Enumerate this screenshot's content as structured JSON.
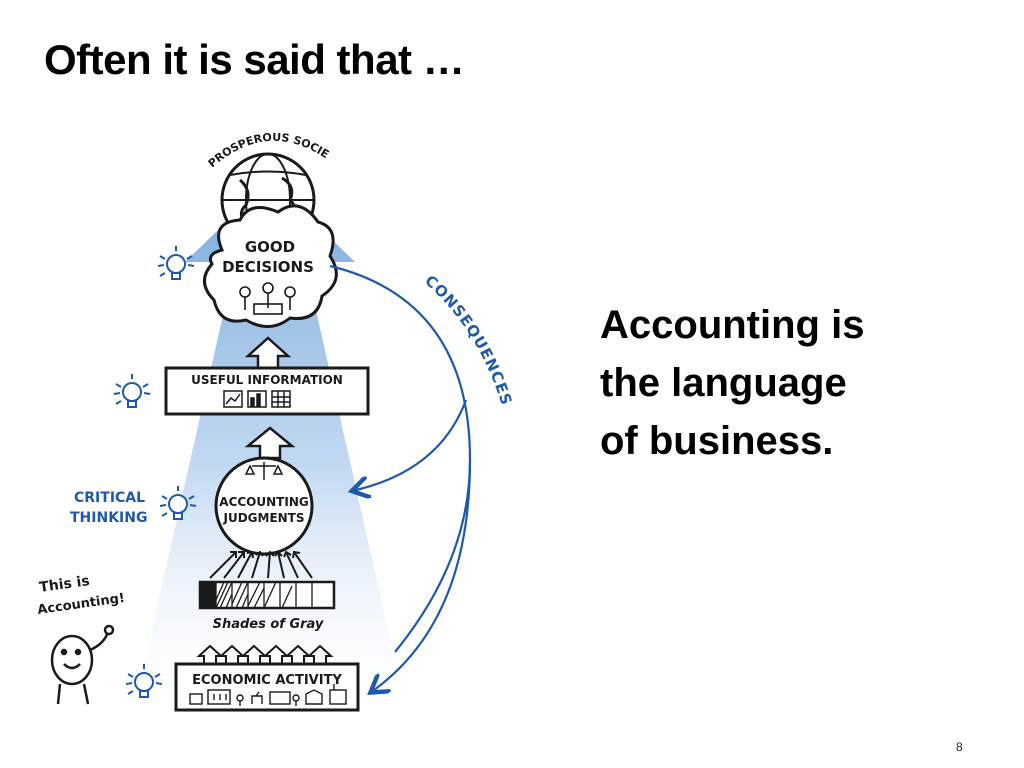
{
  "slide": {
    "title": "Often it is said that …",
    "statement_lines": [
      "Accounting is",
      "the language",
      "of business."
    ],
    "page_number": "8"
  },
  "diagram": {
    "top_label": "PROSPEROUS SOCIETY",
    "decisions_line1": "GOOD",
    "decisions_line2": "DECISIONS",
    "information_label": "USEFUL INFORMATION",
    "judgments_line1": "ACCOUNTING",
    "judgments_line2": "JUDGMENTS",
    "shades_label": "Shades of Gray",
    "economic_label": "ECONOMIC ACTIVITY",
    "consequences_label": "CONSEQUENCES",
    "critical_line1": "CRITICAL",
    "critical_line2": "THINKING",
    "speech_line1": "This is",
    "speech_line2": "Accounting!",
    "colors": {
      "accent_blue": "#1e5aa8",
      "beam_blue": "#7fb0e0",
      "ink": "#1a1a1a"
    },
    "icons": [
      "globe-icon",
      "lightbulb-icon",
      "people-icon",
      "chart-icon",
      "scale-icon",
      "building-icon",
      "person-icon"
    ]
  }
}
